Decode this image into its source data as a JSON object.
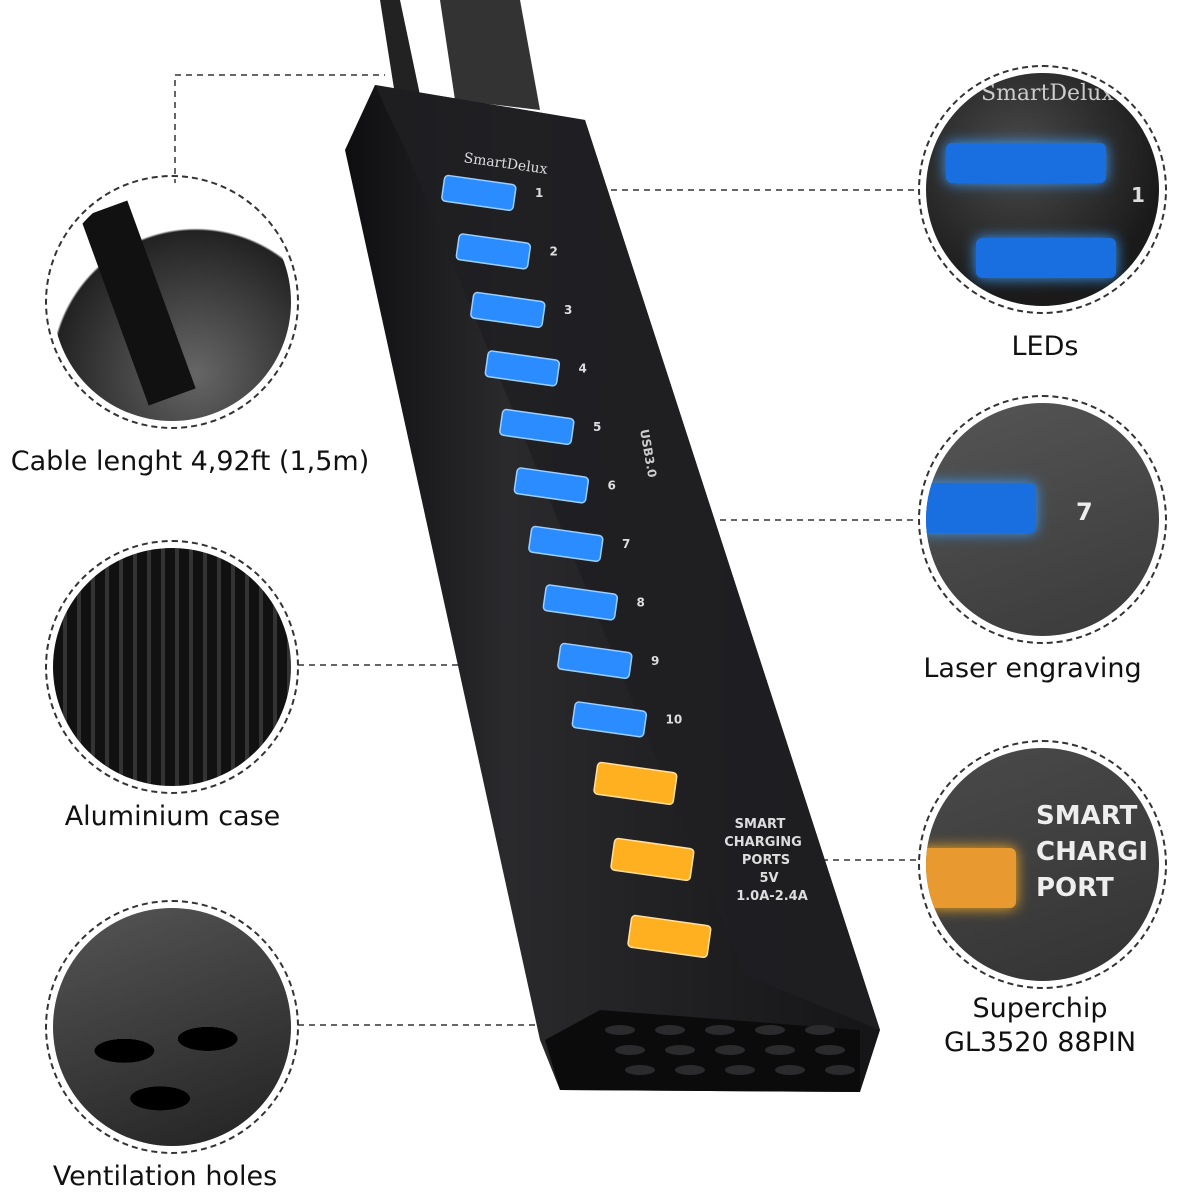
{
  "brand": "SmartDelux",
  "hub": {
    "port_numbers": [
      "1",
      "2",
      "3",
      "4",
      "5",
      "6",
      "7",
      "8",
      "9",
      "10"
    ],
    "usb_label": "USB3.0",
    "charging_label": [
      "SMART",
      "CHARGING",
      "PORTS",
      "5V",
      "1.0A-2.4A"
    ]
  },
  "callouts": {
    "cable": "Cable lenght 4,92ft (1,5m)",
    "aluminium": "Aluminium case",
    "ventilation": "Ventilation holes",
    "leds": "LEDs",
    "laser": "Laser engraving",
    "superchip_line1": "Superchip",
    "superchip_line2": "GL3520 88PIN"
  },
  "detail_text": {
    "leds_brand": "SmartDelux",
    "leds_number": "1",
    "laser_number": "7",
    "superchip_text": [
      "SMART",
      "CHARGI",
      "PORT"
    ]
  },
  "colors": {
    "led_blue": "#2a8cff",
    "led_orange": "#ffb020",
    "case": "#1c1c1e"
  }
}
